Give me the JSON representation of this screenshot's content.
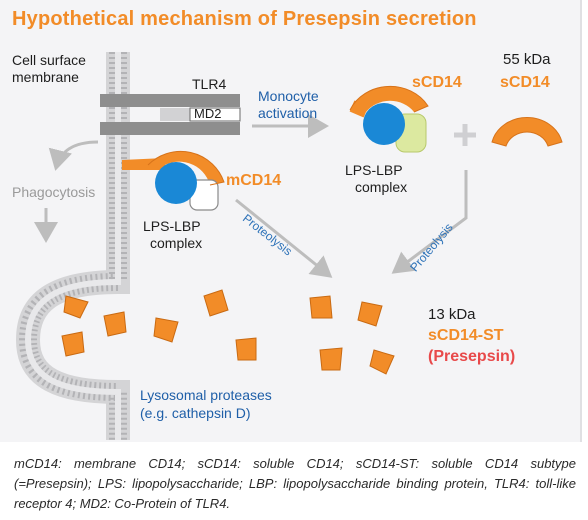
{
  "title": "Hypothetical mechanism of Presepsin secretion",
  "labels": {
    "cell_surface": "Cell surface",
    "membrane": "membrane",
    "tlr4": "TLR4",
    "md2": "MD2",
    "monocyte": "Monocyte",
    "activation": "activation",
    "scd14_mid": "sCD14",
    "kda55": "55 kDa",
    "scd14_right": "sCD14",
    "mcd14": "mCD14",
    "phagocytosis": "Phagocytosis",
    "lps_lbp_1": "LPS-LBP",
    "complex_1": "complex",
    "lps_lbp_2": "LPS-LBP",
    "complex_2": "complex",
    "proteolysis_1": "Proteolysis",
    "proteolysis_2": "Proteolysis",
    "kda13": "13 kDa",
    "scd14_st": "sCD14-ST",
    "presepsin": "(Presepsin)",
    "lysosomal_1": "Lysosomal proteases",
    "lysosomal_2": "(e.g. cathepsin D)"
  },
  "caption": "mCD14: membrane CD14; sCD14: soluble CD14; sCD14-ST: soluble CD14 subtype (=Presepsin); LPS: lipopolysaccharide; LBP: lipopolysaccharide binding protein, TLR4: toll-like receptor 4; MD2: Co-Protein of TLR4.",
  "colors": {
    "orange": "#f28c28",
    "blue": "#1a88d6",
    "light_green": "#dce9a0",
    "grey_bar": "#8e8e8e",
    "arrow_grey": "#bdbdbd",
    "text_blue": "#1f5fa8",
    "presepsin_red": "#e8494a"
  }
}
